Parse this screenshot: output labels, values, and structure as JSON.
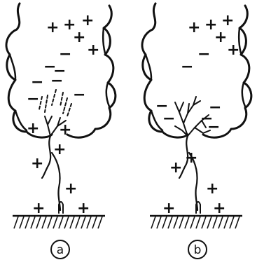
{
  "colors": {
    "ink": "#111111",
    "background": "#ffffff"
  },
  "panels": [
    {
      "id": "a",
      "label": "a"
    },
    {
      "id": "b",
      "label": "b"
    }
  ],
  "charge_symbols": {
    "positive": "+",
    "negative": "−"
  }
}
